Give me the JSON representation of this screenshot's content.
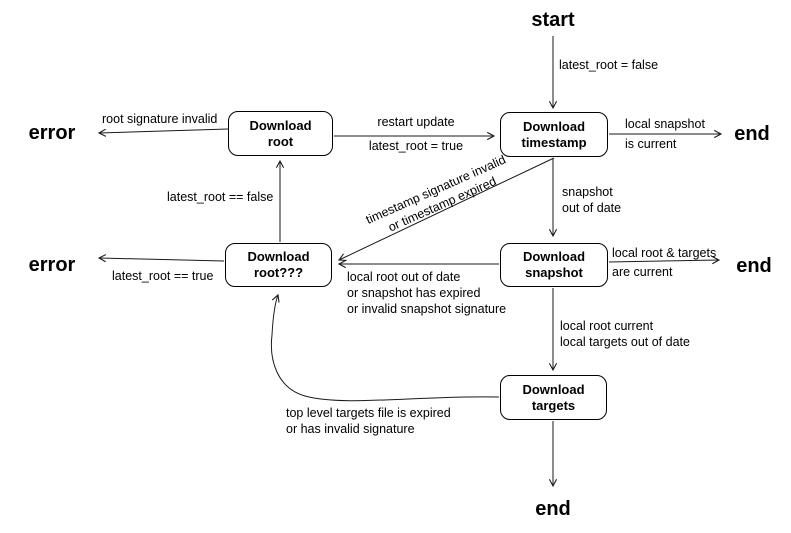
{
  "nodes": {
    "root": {
      "label": "Download\nroot"
    },
    "timestamp": {
      "label": "Download\ntimestamp"
    },
    "root_retry": {
      "label": "Download\nroot???"
    },
    "snapshot": {
      "label": "Download\nsnapshot"
    },
    "targets": {
      "label": "Download\ntargets"
    }
  },
  "terminals": {
    "start": {
      "label": "start"
    },
    "end_top": {
      "label": "end"
    },
    "end_mid": {
      "label": "end"
    },
    "end_bottom": {
      "label": "end"
    },
    "error_top": {
      "label": "error"
    },
    "error_mid": {
      "label": "error"
    }
  },
  "edges": {
    "start_to_timestamp": {
      "label": "latest_root = false"
    },
    "root_to_error": {
      "label": "root signature invalid"
    },
    "root_to_timestamp_top": {
      "label": "restart update"
    },
    "root_to_timestamp_bot": {
      "label": "latest_root = true"
    },
    "timestamp_to_end_top": {
      "label": "local snapshot"
    },
    "timestamp_to_end_bot": {
      "label": "is current"
    },
    "timestamp_to_snapshot": {
      "label": "snapshot\nout of date"
    },
    "timestamp_to_root_retry": {
      "label": "timestamp signature invalid\nor timestamp expired"
    },
    "root_retry_to_root": {
      "label": "latest_root == false"
    },
    "root_retry_to_error": {
      "label": "latest_root == true"
    },
    "snapshot_to_root_retry": {
      "label": "local root out of date\nor snapshot has expired\nor invalid snapshot signature"
    },
    "snapshot_to_end_top": {
      "label": "local root & targets"
    },
    "snapshot_to_end_bot": {
      "label": "are current"
    },
    "snapshot_to_targets": {
      "label": "local root current\nlocal targets out of date"
    },
    "targets_to_root_retry": {
      "label": "top level targets file is expired\nor has invalid signature"
    }
  },
  "colors": {
    "line": "#1a1a1a",
    "text": "#000000",
    "background": "#ffffff"
  }
}
